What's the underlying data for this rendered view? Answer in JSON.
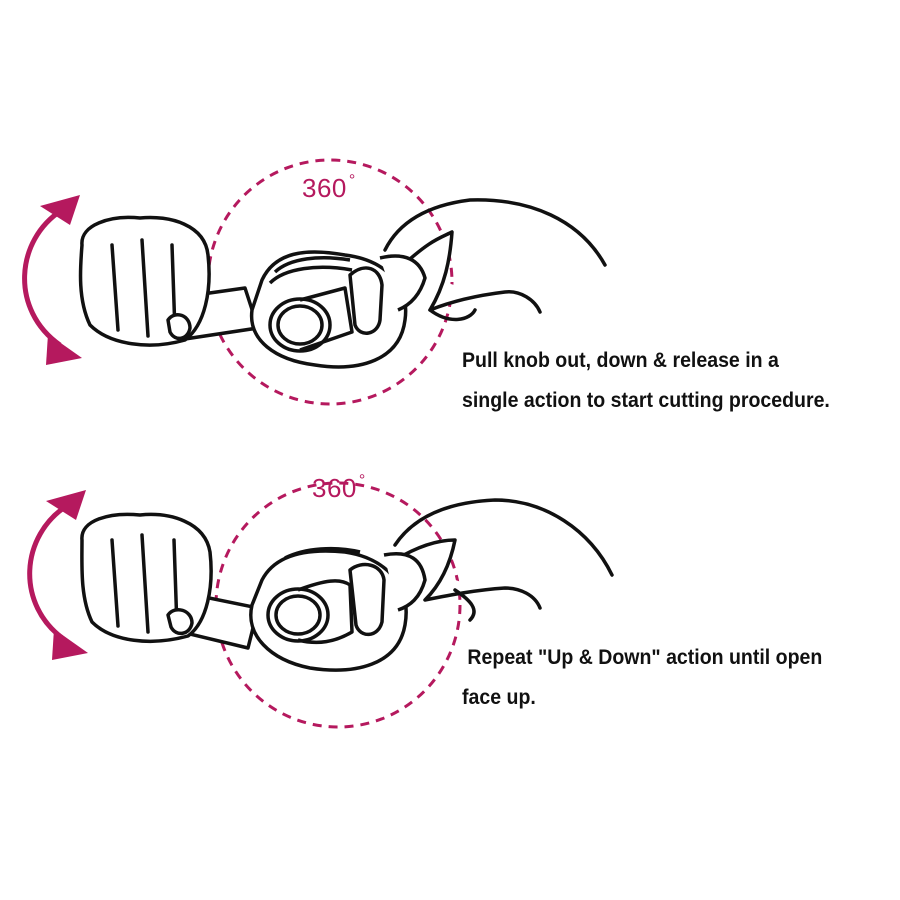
{
  "colors": {
    "accent": "#b5195e",
    "ink": "#111111",
    "background": "#ffffff"
  },
  "steps": [
    {
      "rotation_label": "360",
      "rotation_unit": "°",
      "icon": "rotate-both-ways-arrow",
      "caption_lines": [
        "Pull knob out, down & release in a",
        "single action to start cutting procedure."
      ]
    },
    {
      "rotation_label": "360",
      "rotation_unit": "°",
      "icon": "rotate-both-ways-arrow",
      "caption_lines": [
        " Repeat \"Up & Down\" action until open",
        "face up."
      ]
    }
  ]
}
